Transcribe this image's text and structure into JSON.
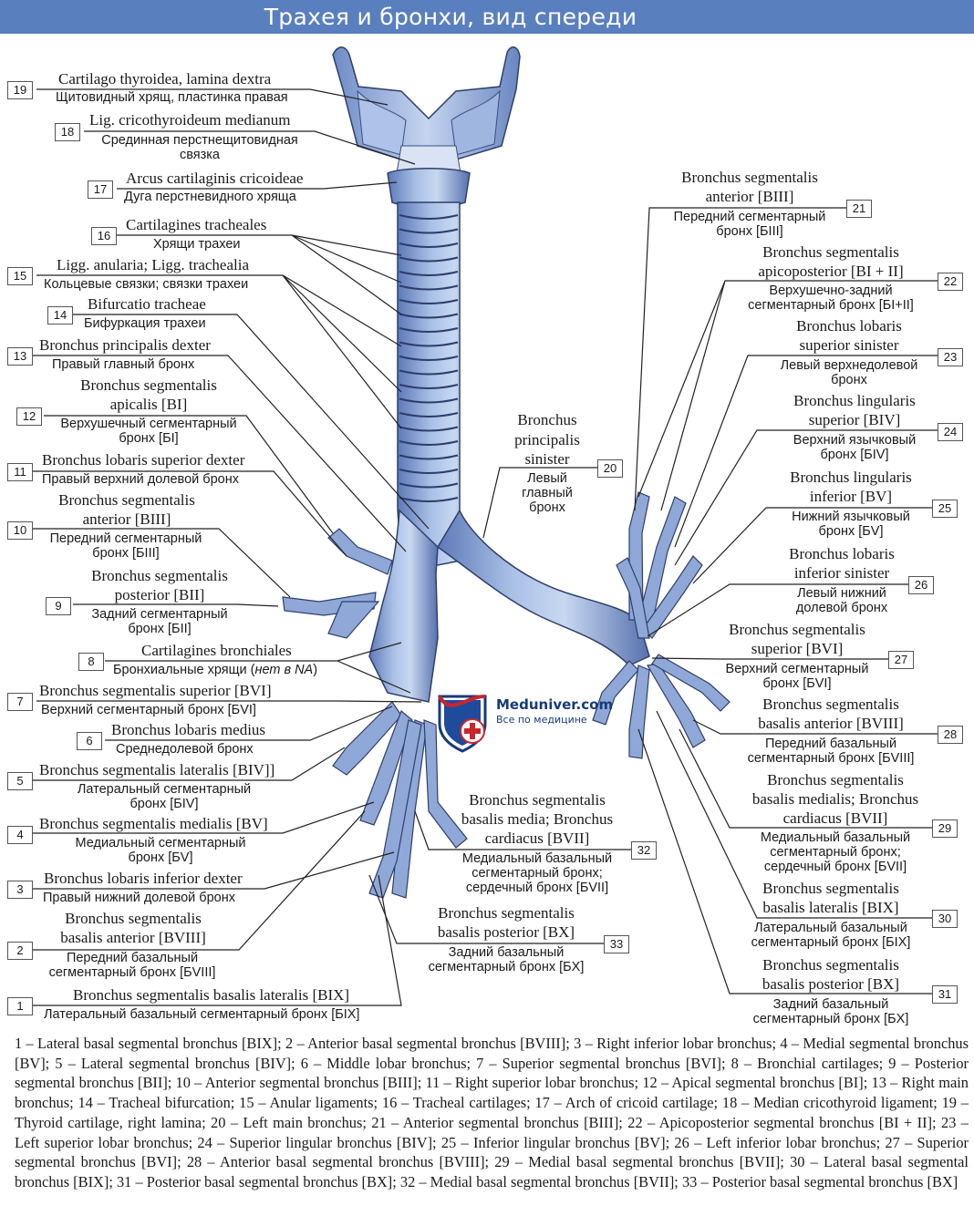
{
  "title": "Трахея и бронхи, вид спереди",
  "logo": {
    "name": "Meduniver.com",
    "subtitle": "Все по медицине"
  },
  "labels": {
    "n19": {
      "num": "19",
      "latin": "Cartilago thyroidea, lamina dextra",
      "russian": "Щитовидный хрящ, пластинка правая"
    },
    "n18": {
      "num": "18",
      "latin": "Lig. cricothyroideum medianum",
      "russian_1": "Срединная перстнещитовидная",
      "russian_2": "связка"
    },
    "n17": {
      "num": "17",
      "latin": "Arcus cartilaginis cricoideae",
      "russian": "Дуга перстневидного хряща"
    },
    "n16": {
      "num": "16",
      "latin": "Cartilagines tracheales",
      "russian": "Хрящи трахеи"
    },
    "n15": {
      "num": "15",
      "latin": "Ligg. anularia; Ligg. trachealia",
      "russian": "Кольцевые связки; связки трахеи"
    },
    "n14": {
      "num": "14",
      "latin": "Bifurcatio tracheae",
      "russian": "Бифуркация трахеи"
    },
    "n13": {
      "num": "13",
      "latin": "Bronchus principalis dexter",
      "russian": "Правый главный бронх"
    },
    "n12": {
      "num": "12",
      "latin_1": "Bronchus segmentalis",
      "latin_2": "apicalis [BI]",
      "russian_1": "Верхушечный сегментарный",
      "russian_2": "бронх [БI]"
    },
    "n11": {
      "num": "11",
      "latin": "Bronchus lobaris superior dexter",
      "russian": "Правый верхний долевой бронх"
    },
    "n10": {
      "num": "10",
      "latin_1": "Bronchus segmentalis",
      "latin_2": "anterior [BIII]",
      "russian_1": "Передний сегментарный",
      "russian_2": "бронх [БIII]"
    },
    "n9": {
      "num": "9",
      "latin_1": "Bronchus segmentalis",
      "latin_2": "posterior [BII]",
      "russian_1": "Задний сегментарный",
      "russian_2": "бронх [БII]"
    },
    "n8": {
      "num": "8",
      "latin": "Cartilagines bronchiales",
      "russian": "Бронхиальные хрящи (",
      "russian_italic": "нет в NA",
      "russian_end": ")"
    },
    "n7": {
      "num": "7",
      "latin": "Bronchus segmentalis superior [BVI]",
      "russian": "Верхний сегментарный бронх [БVI]"
    },
    "n6": {
      "num": "6",
      "latin": "Bronchus lobaris medius",
      "russian": "Среднедолевой бронх"
    },
    "n5": {
      "num": "5",
      "latin": "Bronchus segmentalis lateralis [BIV]]",
      "russian_1": "Латеральный сегментарный",
      "russian_2": "бронх [БIV]"
    },
    "n4": {
      "num": "4",
      "latin": "Bronchus segmentalis medialis [BV]",
      "russian_1": "Медиальный сегментарный",
      "russian_2": "бронх [БV]"
    },
    "n3": {
      "num": "3",
      "latin": "Bronchus lobaris inferior dexter",
      "russian": "Правый нижний долевой бронх"
    },
    "n2": {
      "num": "2",
      "latin_1": "Bronchus segmentalis",
      "latin_2": "basalis anterior [BVIII]",
      "russian_1": "Передний базальный",
      "russian_2": "сегментарный бронх [БVIII]"
    },
    "n1": {
      "num": "1",
      "latin": "Bronchus segmentalis basalis lateralis [BIX]",
      "russian": "Латеральный базальный сегментарный бронх [БIX]"
    },
    "n20": {
      "num": "20",
      "latin_1": "Bronchus",
      "latin_2": "principalis",
      "latin_3": "sinister",
      "russian_1": "Левый",
      "russian_2": "главный",
      "russian_3": "бронх"
    },
    "n21": {
      "num": "21",
      "latin_1": "Bronchus segmentalis",
      "latin_2": "anterior [BIII]",
      "russian_1": "Передний сегментарный",
      "russian_2": "бронх [БIII]"
    },
    "n22": {
      "num": "22",
      "latin_1": "Bronchus segmentalis",
      "latin_2": "apicoposterior [BI + II]",
      "russian_1": "Верхушечно-задний",
      "russian_2": "сегментарный бронх [БI+II]"
    },
    "n23": {
      "num": "23",
      "latin_1": "Bronchus lobaris",
      "latin_2": "superior sinister",
      "russian_1": "Левый верхнедолевой",
      "russian_2": "бронх"
    },
    "n24": {
      "num": "24",
      "latin_1": "Bronchus lingularis",
      "latin_2": "superior [BIV]",
      "russian_1": "Верхний язычковый",
      "russian_2": "бронх [БIV]"
    },
    "n25": {
      "num": "25",
      "latin_1": "Bronchus lingularis",
      "latin_2": "inferior [BV]",
      "russian_1": "Нижний язычковый",
      "russian_2": "бронх [БV]"
    },
    "n26": {
      "num": "26",
      "latin_1": "Bronchus lobaris",
      "latin_2": "inferior sinister",
      "russian_1": "Левый нижний",
      "russian_2": "долевой бронх"
    },
    "n27": {
      "num": "27",
      "latin_1": "Bronchus segmentalis",
      "latin_2": "superior [BVI]",
      "russian_1": "Верхний сегментарный",
      "russian_2": "бронх [БVI]"
    },
    "n28": {
      "num": "28",
      "latin_1": "Bronchus segmentalis",
      "latin_2": "basalis anterior [BVIII]",
      "russian_1": "Передний базальный",
      "russian_2": "сегментарный бронх [БVIII]"
    },
    "n29": {
      "num": "29",
      "latin_1": "Bronchus segmentalis",
      "latin_2": "basalis medialis; Bronchus",
      "latin_3": "cardiacus [BVII]",
      "russian_1": "Медиальный базальный",
      "russian_2": "сегментарный бронх;",
      "russian_3": "сердечный бронх [БVII]"
    },
    "n30": {
      "num": "30",
      "latin_1": "Bronchus segmentalis",
      "latin_2": "basalis lateralis [BIX]",
      "russian_1": "Латеральный базальный",
      "russian_2": "сегментарный бронх [БIX]"
    },
    "n31": {
      "num": "31",
      "latin_1": "Bronchus segmentalis",
      "latin_2": "basalis posterior [BX]",
      "russian_1": "Задний базальный",
      "russian_2": "сегментарный бронх [БX]"
    },
    "n32": {
      "num": "32",
      "latin_1": "Bronchus segmentalis",
      "latin_2": "basalis media; Bronchus",
      "latin_3": "cardiacus [BVII]",
      "russian_1": "Медиальный базальный",
      "russian_2": "сегментарный бронх;",
      "russian_3": "сердечный бронх [БVII]"
    },
    "n33": {
      "num": "33",
      "latin_1": "Bronchus segmentalis",
      "latin_2": "basalis posterior [BX]",
      "russian_1": "Задний базальный",
      "russian_2": "сегментарный бронх [БX]"
    }
  },
  "caption": "1 – Lateral basal segmental bronchus [BIX]; 2 – Anterior basal segmental bronchus [BVIII]; 3 – Right inferior lobar bronchus; 4 – Medial segmental bronchus [BV]; 5 – Lateral segmental bronchus [BIV]; 6 – Middle lobar bronchus; 7 – Superior segmental bronchus [BVI]; 8 – Bronchial cartilages; 9 – Posterior segmental bronchus [BII]; 10 – Anterior segmental bronchus [BIII]; 11 – Right superior lobar bronchus; 12 – Apical segmental bronchus [BI]; 13 – Right main bronchus; 14 – Tracheal bifurcation; 15 – Anular ligaments; 16 – Tracheal cartilages; 17 – Arch of cricoid cartilage; 18 – Median cricothyroid ligament; 19 – Thyroid cartilage, right lamina; 20 – Left main bronchus; 21 – Anterior segmental bronchus [BIII]; 22 – Apicoposterior segmental bronchus [BI + II]; 23 – Left superior lobar bronchus; 24 – Superior lingular bronchus [BIV]; 25 – Inferior lingular bronchus [BV]; 26 – Left inferior lobar bronchus; 27 – Superior segmental bronchus [BVI]; 28 – Anterior basal segmental bronchus [BVIII]; 29 – Medial basal segmental bronchus [BVII]; 30 – Lateral basal segmental bronchus [BIX]; 31 – Posterior basal segmental bronchus [BX]; 32 – Medial basal segmental bronchus [BVII]; 33 – Posterior basal segmental bronchus [BX]"
}
